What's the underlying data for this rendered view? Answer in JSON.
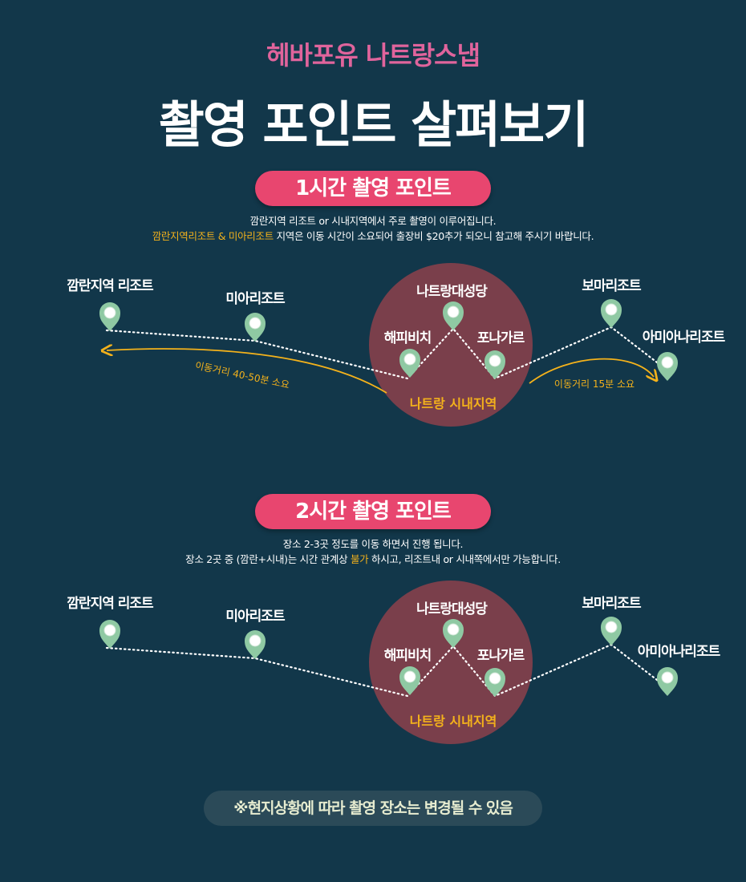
{
  "header": {
    "subtitle": "헤바포유 나트랑스냅",
    "title": "촬영 포인트 살펴보기"
  },
  "sections": [
    {
      "pill": "1시간 촬영 포인트",
      "line1": "깜란지역 리조트 or 시내지역에서 주로 촬영이 이루어집니다.",
      "line2_highlight": "깜란지역리조트 & 미아리조트",
      "line2_rest": " 지역은 이동 시간이 소요되어 출장비 $20추가 되오니 참고해 주시기 바랍니다.",
      "locations": [
        "깜란지역 리조트",
        "미아리조트",
        "나트랑대성당",
        "해피비치",
        "포나가르",
        "보마리조트",
        "아미아나리조트"
      ],
      "city_label": "나트랑 시내지역",
      "travel_left": "이동거리 40-50분 소요",
      "travel_right": "이동거리 15분 소요"
    },
    {
      "pill": "2시간 촬영 포인트",
      "line1": "장소 2-3곳 정도를 이동 하면서 진행 됩니다.",
      "line2_pre": "장소 2곳 중 (깜란+시내)는 시간 관계상 ",
      "line2_highlight": "불가",
      "line2_rest": " 하시고, 리조트내 or 시내쪽에서만 가능합니다.",
      "locations": [
        "깜란지역 리조트",
        "미아리조트",
        "나트랑대성당",
        "해피비치",
        "포나가르",
        "보마리조트",
        "아미아나리조트"
      ],
      "city_label": "나트랑 시내지역"
    }
  ],
  "footer_note": "※현지상황에 따라 촬영 장소는 변경될 수 있음",
  "colors": {
    "background": "#12374a",
    "pill": "#e8466f",
    "highlight": "#f4b21b",
    "circle": "#7a3f4b",
    "pin": "#8fc9a3"
  }
}
